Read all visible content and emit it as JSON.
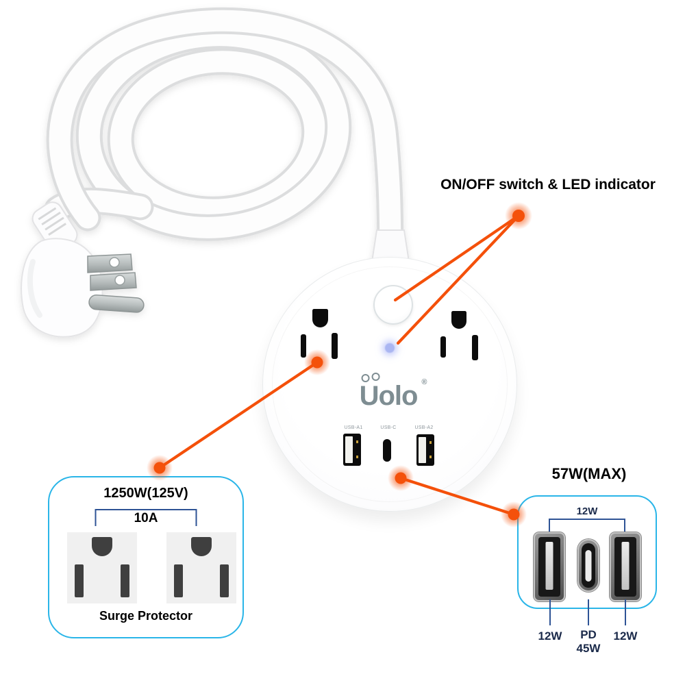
{
  "title": {
    "on_off_label": "ON/OFF switch & LED indicator"
  },
  "device": {
    "brand": "Uolo",
    "registered_mark": "®",
    "usb_port_labels": {
      "a1": "USB-A1",
      "c": "USB-C",
      "a2": "USB-A2"
    }
  },
  "surge_box": {
    "power_rating": "1250W(125V)",
    "current_rating": "10A",
    "caption": "Surge Protector"
  },
  "usb_box": {
    "title": "57W(MAX)",
    "usb_a_shared_label": "12W",
    "usb_a1_label": "12W",
    "usb_c_label_line1": "PD",
    "usb_c_label_line2": "45W",
    "usb_a2_label": "12W"
  },
  "colors": {
    "callout_orange": "#f4500a",
    "spec_box_border_cyan": "#29b5e8",
    "bracket_navy": "#2e5395",
    "spec_label_navy": "#1b2a4a",
    "logo_gray": "#7e8d92",
    "led_blue": "#aab6f2"
  }
}
